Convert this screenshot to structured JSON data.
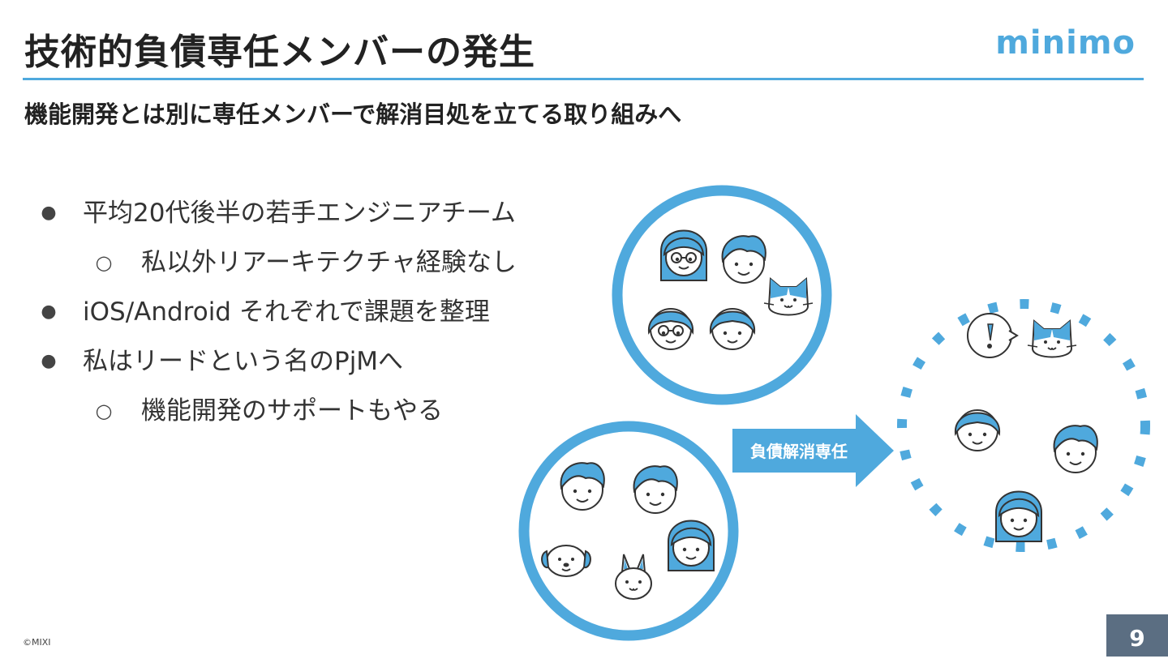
{
  "header": {
    "title": "技術的負債専任メンバーの発生",
    "logo_text": "minimo",
    "subtitle": "機能開発とは別に専任メンバーで解消目処を立てる取り組みへ"
  },
  "bullets": [
    {
      "level": 1,
      "marker": "●",
      "text": "平均20代後半の若手エンジニアチーム"
    },
    {
      "level": 2,
      "marker": "○",
      "text": "私以外リアーキテクチャ経験なし"
    },
    {
      "level": 1,
      "marker": "●",
      "text": "iOS/Android それぞれで課題を整理"
    },
    {
      "level": 1,
      "marker": "●",
      "text": "私はリードという名のPjMへ"
    },
    {
      "level": 2,
      "marker": "○",
      "text": "機能開発のサポートもやる"
    }
  ],
  "diagram": {
    "arrow_label": "負債解消専任",
    "icons": {
      "team_top": [
        "woman-glasses-icon",
        "man-icon",
        "cat-icon",
        "man-glasses-icon",
        "boy-icon"
      ],
      "team_bottom": [
        "man-icon",
        "man-icon",
        "woman-icon",
        "dog-icon",
        "rabbit-icon"
      ],
      "dedicated": [
        "exclamation-bubble-icon",
        "cat-icon",
        "boy-icon",
        "man-icon",
        "woman-icon"
      ]
    }
  },
  "footer": {
    "copyright": "©MIXI",
    "page_number": "9"
  },
  "colors": {
    "accent": "#4fa9dd",
    "page_badge": "#5b6e82"
  }
}
